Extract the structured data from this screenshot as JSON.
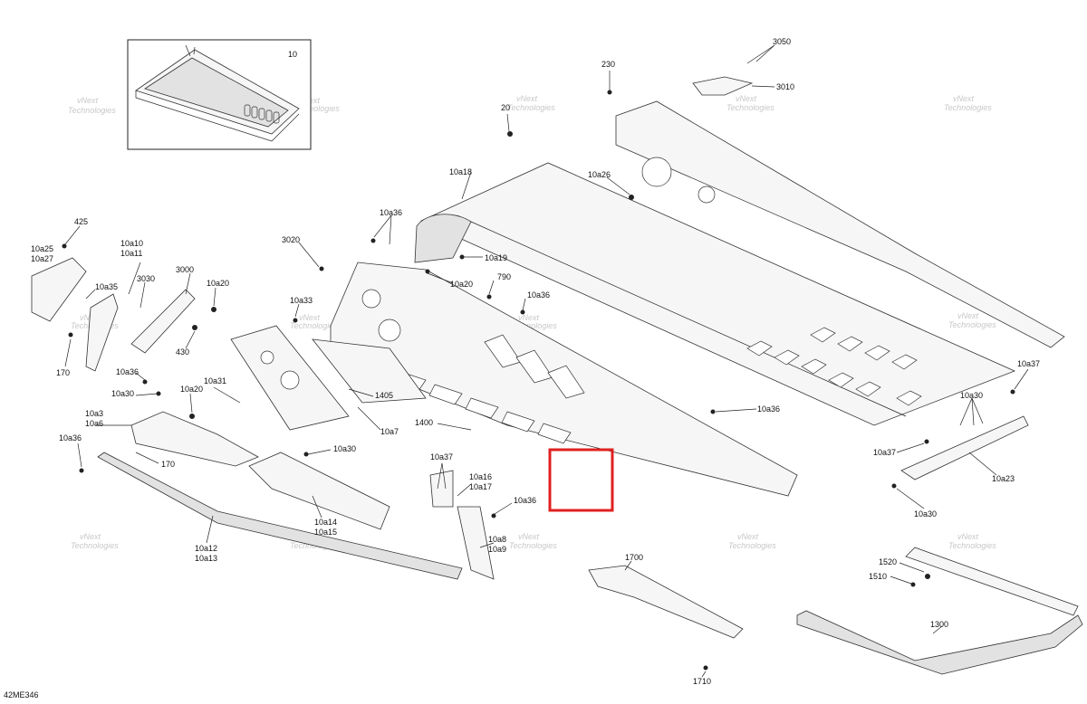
{
  "figure_code": "42ME346",
  "watermark": [
    "vNext",
    "Technologies"
  ],
  "inset_label": "10",
  "highlight_color": "#e02020",
  "labels": {
    "l230": "230",
    "l3050": "3050",
    "l3010": "3010",
    "l20": "20",
    "l10a18": "10a18",
    "l10a26": "10a26",
    "l10a36_top": "10a36",
    "l3020": "3020",
    "l10a19": "10a19",
    "l10a20_mid": "10a20",
    "l790": "790",
    "l10a36_mid": "10a36",
    "l10a33": "10a33",
    "l425": "425",
    "l10a25": "10a25",
    "l10a27": "10a27",
    "l10a10": "10a10",
    "l10a11": "10a11",
    "l3000": "3000",
    "l3030": "3030",
    "l10a35": "10a35",
    "l10a20_left": "10a20",
    "l430": "430",
    "l170_left": "170",
    "l10a36_left": "10a36",
    "l10a30_left": "10a30",
    "l10a31": "10a31",
    "l10a20_low": "10a20",
    "l1405": "1405",
    "l10a7": "10a7",
    "l1400": "1400",
    "l10a3": "10a3",
    "l10a6": "10a6",
    "l10a36_edge": "10a36",
    "l170_low": "170",
    "l10a30_low": "10a30",
    "l10a14": "10a14",
    "l10a15": "10a15",
    "l10a12": "10a12",
    "l10a13": "10a13",
    "l10a37_mid": "10a37",
    "l10a16": "10a16",
    "l10a17": "10a17",
    "l10a36_br": "10a36",
    "l10a8": "10a8",
    "l10a9": "10a9",
    "l10a36_right": "10a36",
    "l10a37_right": "10a37",
    "l10a30_right": "10a30",
    "l10a37_r2": "10a37",
    "l10a23": "10a23",
    "l10a30_br": "10a30",
    "l1700": "1700",
    "l1710": "1710",
    "l1520": "1520",
    "l1510": "1510",
    "l1300": "1300"
  }
}
